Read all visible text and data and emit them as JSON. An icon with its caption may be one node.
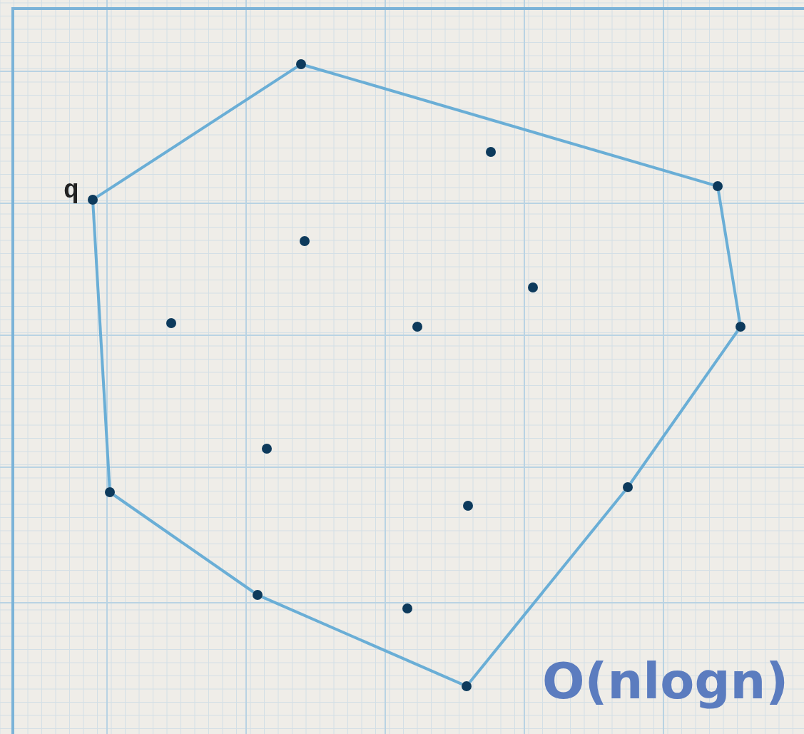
{
  "diagram": {
    "nodes": [
      {
        "text": [],
        "shape": "circle"
      },
      {
        "text": [],
        "shape": "circle"
      },
      {
        "text": [],
        "shape": "circle"
      },
      {
        "text": [],
        "shape": "circle",
        "beside": [
          "q"
        ]
      },
      {
        "text": [],
        "shape": "circle"
      },
      {
        "text": [],
        "shape": "circle"
      },
      {
        "text": [],
        "shape": "circle"
      },
      {
        "text": [],
        "shape": "circle"
      },
      {
        "text": [],
        "shape": "circle"
      },
      {
        "text": [],
        "shape": "circle"
      },
      {
        "text": [],
        "shape": "circle"
      },
      {
        "text": [],
        "shape": "circle"
      },
      {
        "text": [],
        "shape": "circle"
      },
      {
        "text": [],
        "shape": "circle"
      },
      {
        "text": [],
        "shape": "circle"
      },
      {
        "text": [],
        "shape": "circle"
      }
    ],
    "edges": [
      {
        "from": 0,
        "to": 2,
        "arrow": "none"
      },
      {
        "from": 2,
        "to": 8,
        "arrow": "none"
      },
      {
        "from": 8,
        "to": 10,
        "arrow": "none"
      },
      {
        "from": 10,
        "to": 15,
        "arrow": "none"
      },
      {
        "from": 15,
        "to": 13,
        "arrow": "none"
      },
      {
        "from": 13,
        "to": 11,
        "arrow": "none"
      },
      {
        "from": 11,
        "to": 3,
        "arrow": "none"
      },
      {
        "from": 3,
        "to": 0,
        "arrow": "none"
      }
    ],
    "labels": [
      "O(nlogn)"
    ]
  }
}
